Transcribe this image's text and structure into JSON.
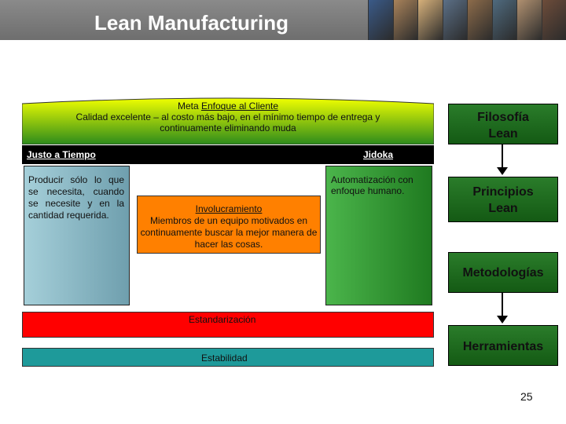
{
  "header": {
    "title": "Lean Manufacturing",
    "photo_colors": [
      "#3a5a88",
      "#a8825a",
      "#d6b07a",
      "#5b6f86",
      "#8c6b4a",
      "#4f6a7e",
      "#b09070",
      "#6d4c3a"
    ]
  },
  "roof": {
    "line1_prefix": "Meta ",
    "line1_link": "Enfoque al Cliente",
    "line2": "Calidad excelente – al costo más bajo, en el mínimo tiempo de entrega y",
    "line3": "continuamente eliminando muda",
    "colors": {
      "light": "#f0ff00",
      "dark": "#2c8a1c"
    }
  },
  "beam": {
    "left_label": "Justo a Tiempo",
    "right_label": "Jidoka"
  },
  "pillars": {
    "left_text": "Producir sólo lo que se necesita, cuando se necesite y en la cantidad requerida.",
    "right_text": "Automatización con enfoque humano."
  },
  "center": {
    "title": "Involucramiento",
    "text": "Miembros de un equipo motivados en continuamente buscar la mejor manera de hacer las cosas."
  },
  "base": {
    "standardization": "Estandarización",
    "stability": "Estabilidad"
  },
  "side": {
    "philosophy_line1": "Filosofía",
    "philosophy_line2": "Lean",
    "principles_line1": "Principios",
    "principles_line2": "Lean",
    "methodologies": "Metodologías",
    "tools": "Herramientas"
  },
  "footer": {
    "page_number": "25"
  }
}
